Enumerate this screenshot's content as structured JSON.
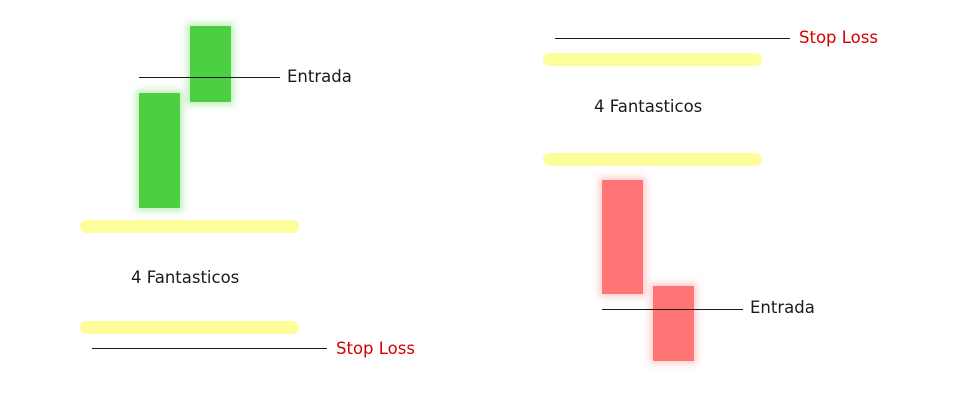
{
  "left_setup": {
    "entry_label": "Entrada",
    "zone_label": "4 Fantasticos",
    "stop_label": "Stop Loss"
  },
  "right_setup": {
    "entry_label": "Entrada",
    "zone_label": "4 Fantasticos",
    "stop_label": "Stop Loss"
  },
  "colors": {
    "bullish_candle": "#4ccf40",
    "bearish_candle": "#ff7474",
    "zone_band": "#fefd9c",
    "stop_loss_text": "#d40000",
    "line": "#1a1a1a"
  }
}
